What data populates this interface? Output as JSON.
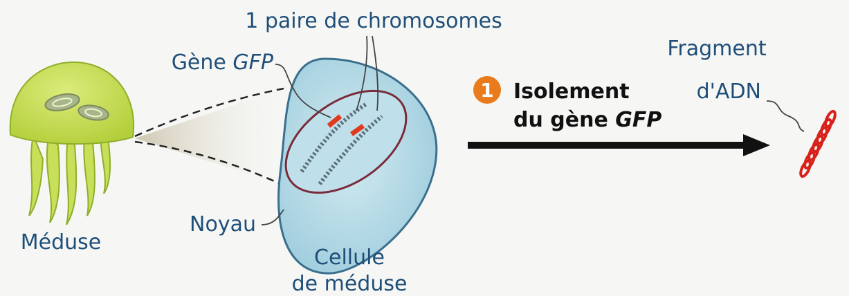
{
  "labels": {
    "chromosome_pair": "1 paire de chromosomes",
    "gene_prefix": "Gène ",
    "gene_name": "GFP",
    "jellyfish": "Méduse",
    "nucleus": "Noyau",
    "cell_line1": "Cellule",
    "cell_line2": "de méduse",
    "fragment_line1": "Fragment",
    "fragment_line2": "d'ADN"
  },
  "step": {
    "number": "1",
    "title_line1": "Isolement",
    "title_line2_prefix": "du gène ",
    "title_line2_gene": "GFP"
  },
  "colors": {
    "label_text": "#1f4e79",
    "jellyfish": "#c8df5a",
    "cell_fill": "#a9d4e2",
    "nucleus_border": "#7a2b3a",
    "gene_highlight": "#e03a1e",
    "dna_fragment": "#d9211b",
    "step_badge": "#e97b1c",
    "arrow": "#111111"
  }
}
